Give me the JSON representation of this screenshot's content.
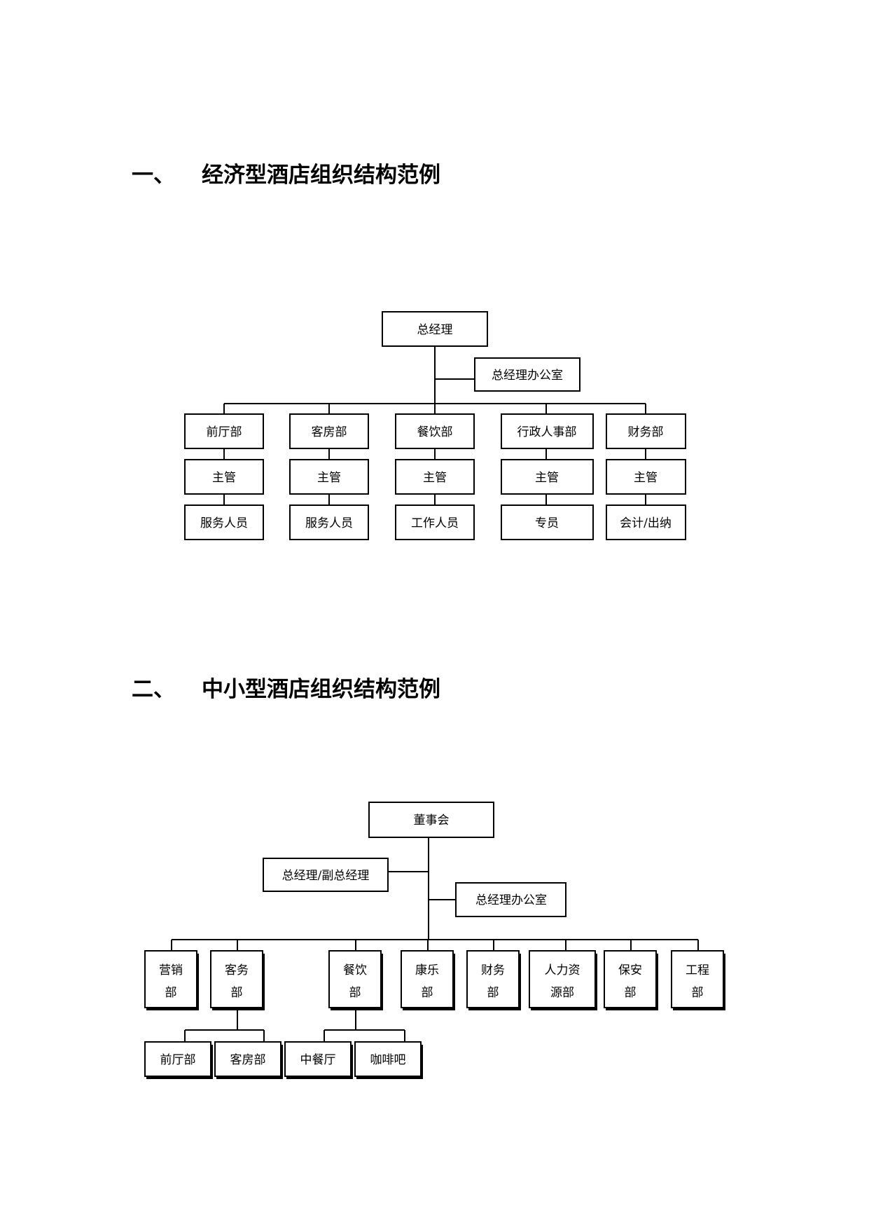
{
  "section1": {
    "number": "一、",
    "title": "经济型酒店组织结构范例",
    "nodes": {
      "gm": "总经理",
      "gm_office": "总经理办公室",
      "departments": [
        "前厅部",
        "客房部",
        "餐饮部",
        "行政人事部",
        "财务部"
      ],
      "supervisors": [
        "主管",
        "主管",
        "主管",
        "主管",
        "主管"
      ],
      "staff": [
        "服务人员",
        "服务人员",
        "工作人员",
        "专员",
        "会计/出纳"
      ]
    }
  },
  "section2": {
    "number": "二、",
    "title": "中小型酒店组织结构范例",
    "nodes": {
      "board": "董事会",
      "gm_vgm": "总经理/副总经理",
      "gm_office": "总经理办公室",
      "departments": [
        [
          "营销",
          "部"
        ],
        [
          "客务",
          "部"
        ],
        [
          "餐饮",
          "部"
        ],
        [
          "康乐",
          "部"
        ],
        [
          "财务",
          "部"
        ],
        [
          "人力资",
          "源部"
        ],
        [
          "保安",
          "部"
        ],
        [
          "工程",
          "部"
        ]
      ],
      "guest_services_sub": [
        "前厅部",
        "客房部"
      ],
      "food_beverage_sub": [
        "中餐厅",
        "咖啡吧"
      ]
    }
  }
}
